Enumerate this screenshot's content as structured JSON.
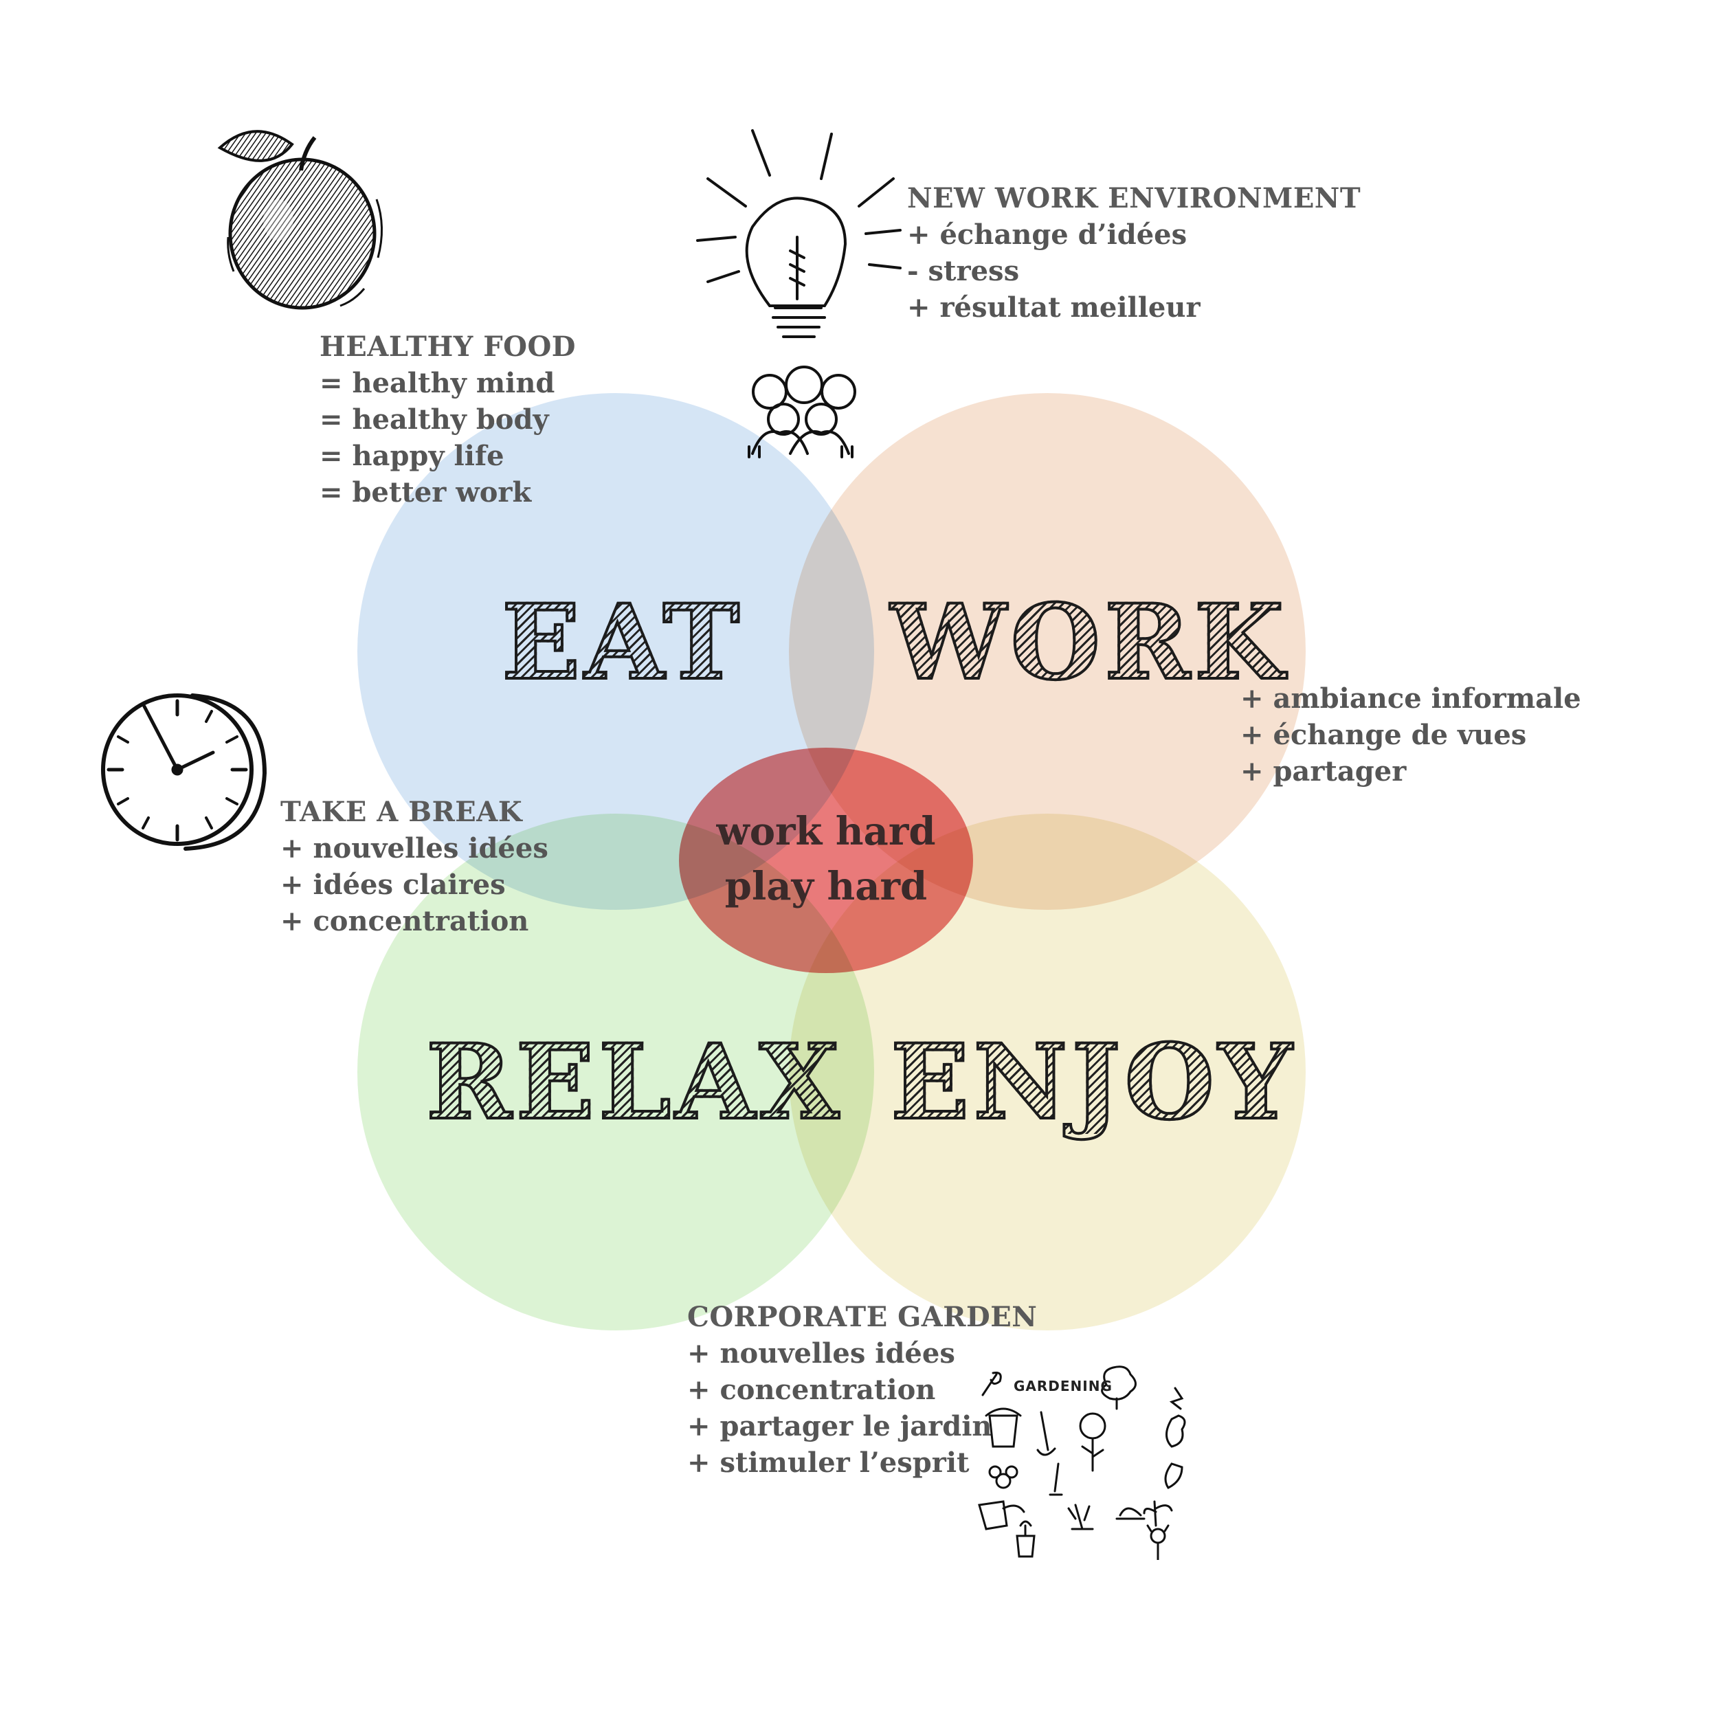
{
  "diagram": {
    "quadrants": {
      "eat": "EAT",
      "work": "WORK",
      "relax": "RELAX",
      "enjoy": "ENJOY"
    },
    "center": {
      "line1": "work hard",
      "line2": "play hard"
    },
    "colors": {
      "eat": "#b2d0ec",
      "work": "#eec4a4",
      "relax": "#bae8aa",
      "enjoy": "#ece2a8",
      "center": "#e14646"
    }
  },
  "notes": {
    "healthy_food": {
      "title": "HEALTHY FOOD",
      "lines": [
        "= healthy mind",
        "= healthy body",
        "= happy life",
        "= better work"
      ]
    },
    "new_work_environment": {
      "title": "NEW WORK ENVIRONMENT",
      "lines": [
        "+ échange d’idées",
        "- stress",
        "+ résultat meilleur"
      ]
    },
    "work_benefits": {
      "lines": [
        "+ ambiance informale",
        "+ échange de vues",
        "+ partager"
      ]
    },
    "take_a_break": {
      "title": "TAKE A BREAK",
      "lines": [
        "+ nouvelles idées",
        "+ idées claires",
        "+ concentration"
      ]
    },
    "corporate_garden": {
      "title": "CORPORATE GARDEN",
      "lines": [
        "+ nouvelles idées",
        "+ concentration",
        "+ partager le jardin",
        "+ stimuler l’esprit"
      ]
    }
  },
  "sketches": {
    "apple": "apple-icon",
    "bulb": "lightbulb-icon",
    "clock": "clock-icon",
    "garden": "gardening-icons",
    "garden_label": "GARDENING"
  }
}
